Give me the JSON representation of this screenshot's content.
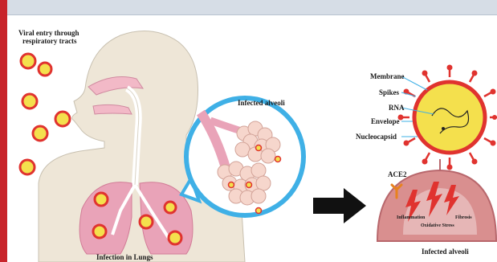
{
  "labels": {
    "viral_entry_line1": "Viral entry through",
    "viral_entry_line2": "respiratory tracts",
    "infected_alveoli_magnified": "Infected alveoli",
    "infection_in_lungs": "Infection in Lungs",
    "infected_alveoli_right": "Infected alveoli",
    "ace2": "ACE2",
    "membrane": "Membrane",
    "spikes": "Spikes",
    "rna": "RNA",
    "envelope": "Envelope",
    "nucleocapsid": "Nucleocapsid",
    "inflammation": "Inflammation",
    "fibrosis": "Fibrosis",
    "oxidative_stress": "Oxidative Stress"
  },
  "colors": {
    "accent_red": "#c8242b",
    "virus_yellow": "#f4e04d",
    "virus_red": "#e0332f",
    "body_beige": "#eee6d7",
    "lung_pink": "#e9a3b8",
    "ring_blue": "#3fb0e6",
    "arrow_black": "#111111",
    "cell_dome": "#d98f8f",
    "ace2_orange": "#e8821e"
  },
  "icons": [
    "virus-particle-icon",
    "head-silhouette-icon",
    "lungs-icon",
    "magnifier-ring-icon",
    "arrow-right-icon",
    "coronavirus-icon",
    "ace2-receptor-icon",
    "lightning-icon"
  ]
}
